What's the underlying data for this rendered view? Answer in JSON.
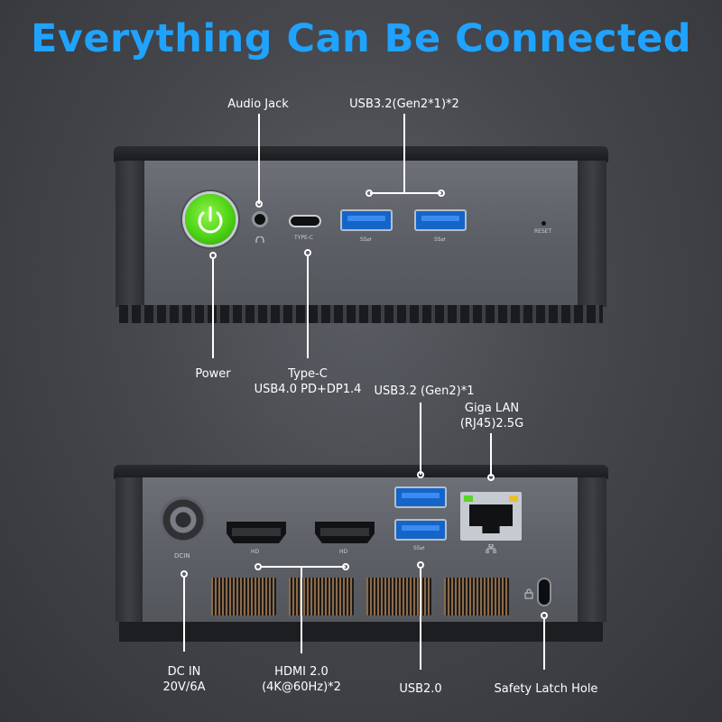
{
  "title": "Everything Can Be Connected",
  "colors": {
    "title": "#1fa3ff",
    "background": "#45474c",
    "power_button": "#4dd314",
    "usb_port": "#1565c8"
  },
  "front_labels": {
    "audio_jack": "Audio Jack",
    "usb32_gen2x1_2": "USB3.2(Gen2*1)*2",
    "power": "Power",
    "typec_line1": "Type-C",
    "typec_line2": "USB4.0 PD+DP1.4"
  },
  "front_port_marks": {
    "typec": "TYPE-C",
    "ss1": "SS⁠⇄",
    "ss2": "SS⁠⇄",
    "reset": "RESET"
  },
  "rear_labels": {
    "usb32_gen2_1": "USB3.2  (Gen2)*1",
    "giga_lan_line1": "Giga LAN",
    "giga_lan_line2": "(RJ45)2.5G",
    "dc_in_line1": "DC IN",
    "dc_in_line2": "20V/6A",
    "hdmi_line1": "HDMI 2.0",
    "hdmi_line2": "(4K@60Hz)*2",
    "usb20": "USB2.0",
    "safety_latch": "Safety Latch Hole"
  },
  "rear_port_marks": {
    "dcin": "DCIN",
    "hd1": "HD",
    "hd2": "HD",
    "ss": "SS⁠⇄"
  },
  "icons": {
    "power": "power-icon",
    "headphones": "headphones-icon",
    "lan": "network-icon",
    "lock": "lock-icon"
  }
}
